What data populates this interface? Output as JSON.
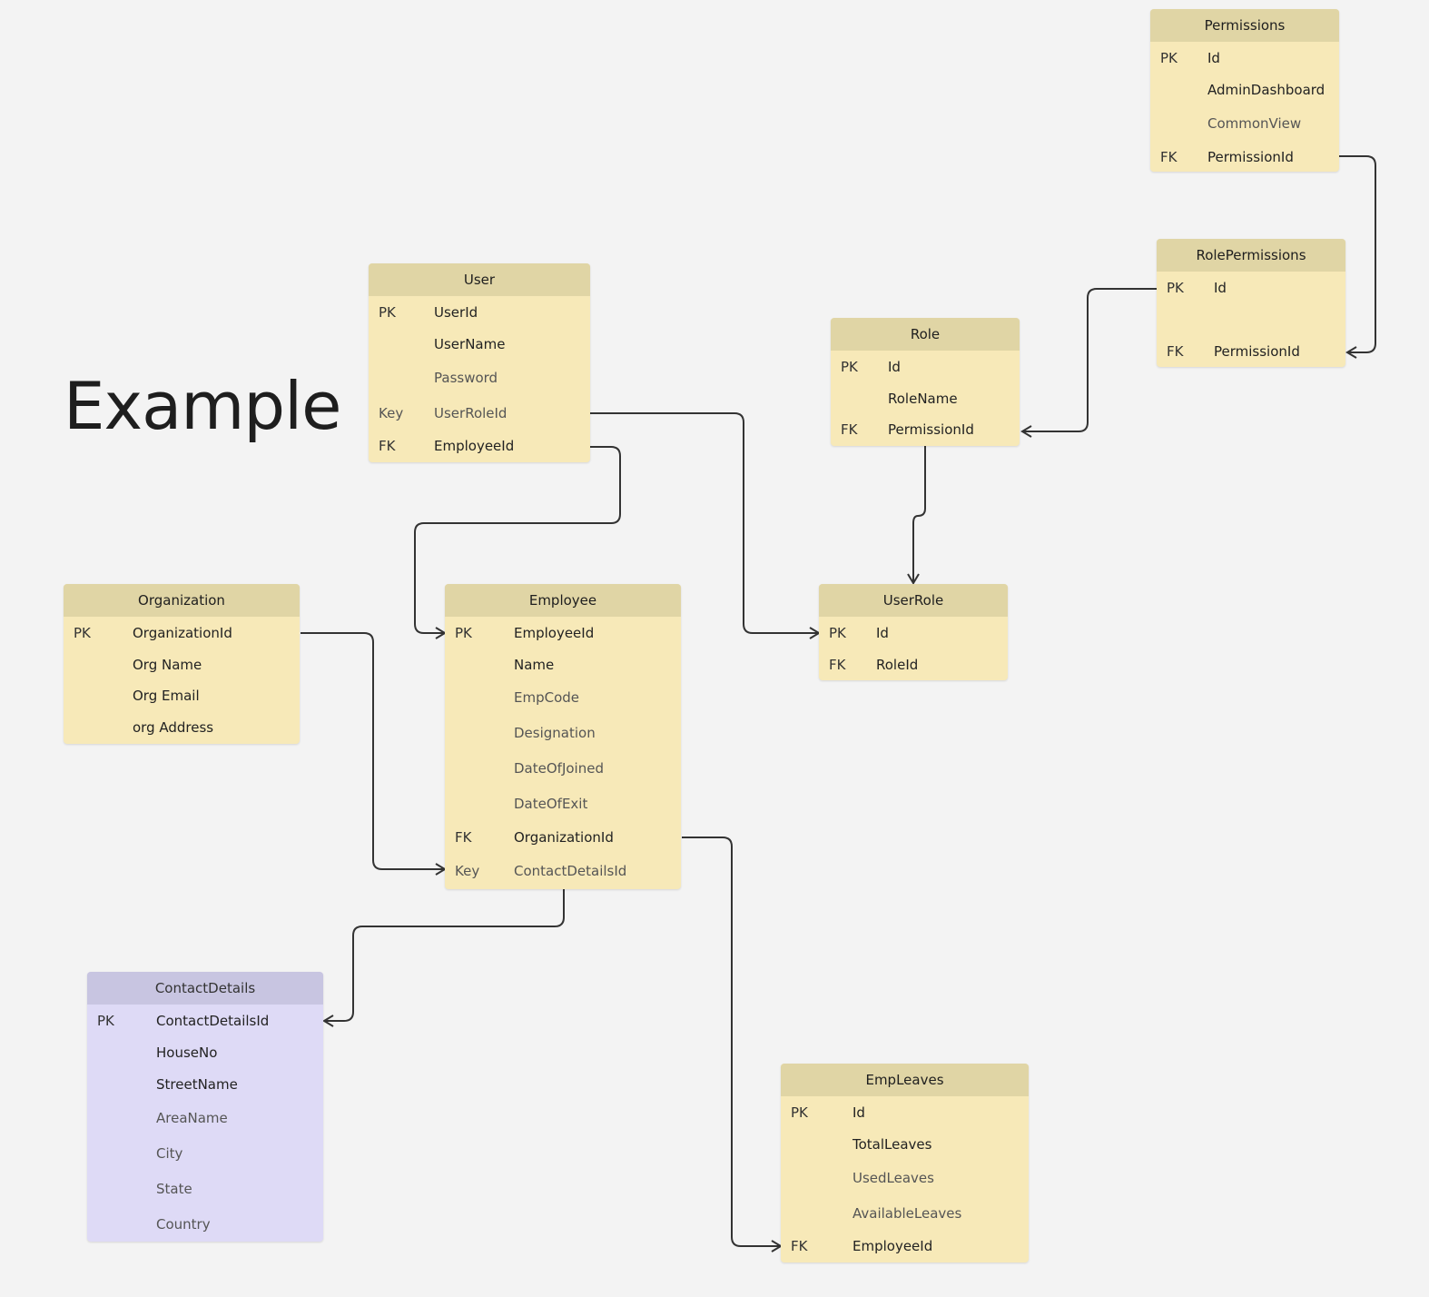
{
  "title": "Example",
  "colors": {
    "entity": "#f7e9b8",
    "entity_header": "#e0d5a5",
    "entity_alt": "#dedaf6",
    "entity_alt_header": "#c8c5e1",
    "connector": "#333333",
    "background": "#f3f3f3"
  },
  "entities": {
    "permissions": {
      "name": "Permissions",
      "rows": [
        {
          "key": "PK",
          "field": "Id"
        },
        {
          "key": "",
          "field": "AdminDashboard"
        },
        {
          "key": "",
          "field": "CommonView"
        },
        {
          "key": "FK",
          "field": "PermissionId"
        }
      ]
    },
    "rolepermissions": {
      "name": "RolePermissions",
      "rows": [
        {
          "key": "PK",
          "field": "Id"
        },
        {
          "key": "FK",
          "field": "PermissionId"
        }
      ]
    },
    "user": {
      "name": "User",
      "rows": [
        {
          "key": "PK",
          "field": "UserId"
        },
        {
          "key": "",
          "field": "UserName"
        },
        {
          "key": "",
          "field": "Password"
        },
        {
          "key": "Key",
          "field": "UserRoleId"
        },
        {
          "key": "FK",
          "field": "EmployeeId"
        }
      ]
    },
    "role": {
      "name": "Role",
      "rows": [
        {
          "key": "PK",
          "field": "Id"
        },
        {
          "key": "",
          "field": "RoleName"
        },
        {
          "key": "FK",
          "field": "PermissionId"
        }
      ]
    },
    "organization": {
      "name": "Organization",
      "rows": [
        {
          "key": "PK",
          "field": "OrganizationId"
        },
        {
          "key": "",
          "field": "Org Name"
        },
        {
          "key": "",
          "field": "Org Email"
        },
        {
          "key": "",
          "field": "org Address"
        }
      ]
    },
    "employee": {
      "name": "Employee",
      "rows": [
        {
          "key": "PK",
          "field": "EmployeeId"
        },
        {
          "key": "",
          "field": "Name"
        },
        {
          "key": "",
          "field": "EmpCode"
        },
        {
          "key": "",
          "field": "Designation"
        },
        {
          "key": "",
          "field": "DateOfJoined"
        },
        {
          "key": "",
          "field": "DateOfExit"
        },
        {
          "key": "FK",
          "field": "OrganizationId"
        },
        {
          "key": "Key",
          "field": "ContactDetailsId"
        }
      ]
    },
    "userrole": {
      "name": "UserRole",
      "rows": [
        {
          "key": "PK",
          "field": "Id"
        },
        {
          "key": "FK",
          "field": "RoleId"
        }
      ]
    },
    "contactdetails": {
      "name": "ContactDetails",
      "rows": [
        {
          "key": "PK",
          "field": "ContactDetailsId"
        },
        {
          "key": "",
          "field": "HouseNo"
        },
        {
          "key": "",
          "field": "StreetName"
        },
        {
          "key": "",
          "field": "AreaName"
        },
        {
          "key": "",
          "field": "City"
        },
        {
          "key": "",
          "field": "State"
        },
        {
          "key": "",
          "field": "Country"
        }
      ]
    },
    "empleaves": {
      "name": "EmpLeaves",
      "rows": [
        {
          "key": "PK",
          "field": "Id"
        },
        {
          "key": "",
          "field": "TotalLeaves"
        },
        {
          "key": "",
          "field": "UsedLeaves"
        },
        {
          "key": "",
          "field": "AvailableLeaves"
        },
        {
          "key": "FK",
          "field": "EmployeeId"
        }
      ]
    }
  }
}
